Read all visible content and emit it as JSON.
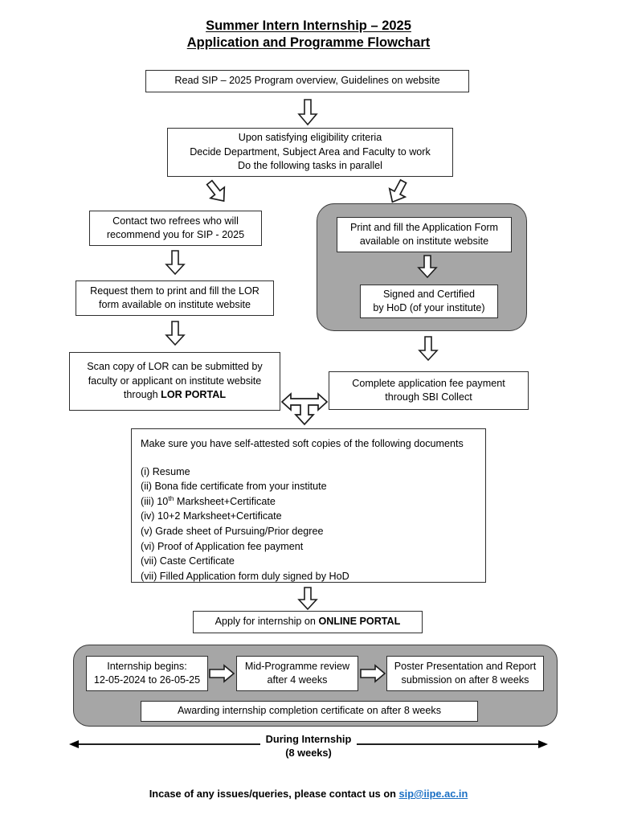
{
  "title": {
    "line1": "Summer Intern Internship – 2025",
    "line2": "Application and Programme Flowchart"
  },
  "colors": {
    "panel_gray": "#a6a6a6",
    "box_border": "#2e2e2e",
    "link_blue": "#1a6fc4",
    "text": "#000000"
  },
  "steps": {
    "read_sip": "Read SIP – 2025 Program overview, Guidelines on website",
    "eligibility": {
      "line1": "Upon satisfying eligibility criteria",
      "line2": "Decide Department, Subject Area and Faculty to work",
      "line3": "Do the following tasks in parallel"
    },
    "contact_referees": {
      "line1": "Contact two refrees who will",
      "line2": "recommend you for SIP - 2025"
    },
    "request_lor": {
      "line1": "Request them to print and fill the LOR",
      "line2": "form available on institute website"
    },
    "scan_lor": {
      "line1": "Scan copy of LOR can be submitted by",
      "line2": "faculty or applicant on institute website",
      "line3_prefix": "through ",
      "line3_bold": "LOR PORTAL"
    },
    "print_form": {
      "line1": "Print and fill the Application Form",
      "line2": "available on institute website"
    },
    "signed_certified": {
      "line1": "Signed and Certified",
      "line2": "by HoD (of your institute)"
    },
    "fee_payment": {
      "line1": "Complete application fee payment",
      "line2": "through SBI Collect"
    },
    "apply_online": {
      "prefix": "Apply for internship on ",
      "bold": "ONLINE PORTAL"
    }
  },
  "documents": {
    "heading": "Make sure you have self-attested soft copies of the following documents",
    "items": [
      {
        "num": "(i)",
        "text": "Resume"
      },
      {
        "num": "(ii)",
        "text": "Bona fide certificate from your institute"
      },
      {
        "num": "(iii)",
        "text": "10th Marksheet+Certificate",
        "sup_prefix": "10",
        "sup": "th",
        "sup_suffix": " Marksheet+Certificate"
      },
      {
        "num": "(iv)",
        "text": "10+2 Marksheet+Certificate"
      },
      {
        "num": "(v)",
        "text": "Grade sheet of Pursuing/Prior degree"
      },
      {
        "num": "(vi)",
        "text": "Proof of Application fee payment"
      },
      {
        "num": "(vii)",
        "text": "Caste Certificate"
      },
      {
        "num": "(vii)",
        "text": "Filled Application form duly signed by HoD"
      }
    ]
  },
  "internship_phase": {
    "begins": {
      "line1": "Internship begins:",
      "line2": "12-05-2024 to 26-05-25"
    },
    "mid_review": {
      "line1": "Mid-Programme review",
      "line2": "after 4 weeks"
    },
    "poster": {
      "line1": "Poster Presentation and Report",
      "line2": "submission on after 8 weeks"
    },
    "certificate": "Awarding internship completion certificate on after 8 weeks"
  },
  "measure": {
    "label_line1": "During Internship",
    "label_line2": "(8 weeks)"
  },
  "footer": {
    "text": "Incase of any issues/queries, please contact us on ",
    "email": "sip@iipe.ac.in"
  },
  "icons": {
    "down_arrow": "down-block-arrow",
    "diag_left_arrow": "down-left-block-arrow",
    "diag_right_arrow": "down-right-block-arrow",
    "tee_arrow": "three-way-merge-arrow",
    "right_arrow": "right-block-arrow",
    "measure_arrow": "double-headed-measure-arrow"
  }
}
